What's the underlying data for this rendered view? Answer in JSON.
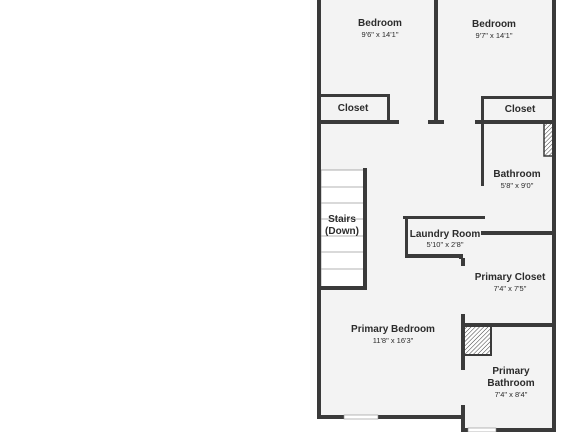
{
  "colors": {
    "wall": "#3a3a3a",
    "floor": "#f3f3f3",
    "background": "#ffffff",
    "text": "#2b2b2b"
  },
  "rooms": {
    "bedroom1": {
      "name": "Bedroom",
      "dims": "9'6\" x 14'1\""
    },
    "bedroom2": {
      "name": "Bedroom",
      "dims": "9'7\" x 14'1\""
    },
    "closet1": {
      "name": "Closet"
    },
    "closet2": {
      "name": "Closet"
    },
    "bathroom": {
      "name": "Bathroom",
      "dims": "5'8\" x 9'0\""
    },
    "stairs": {
      "line1": "Stairs",
      "line2": "(Down)"
    },
    "laundry": {
      "name": "Laundry Room",
      "dims": "5'10\" x 2'8\""
    },
    "primary_closet": {
      "name": "Primary Closet",
      "dims": "7'4\" x 7'5\""
    },
    "primary_bedroom": {
      "name": "Primary Bedroom",
      "dims": "11'8\" x 16'3\""
    },
    "primary_bathroom": {
      "line1": "Primary",
      "line2": "Bathroom",
      "dims": "7'4\" x 8'4\""
    }
  }
}
